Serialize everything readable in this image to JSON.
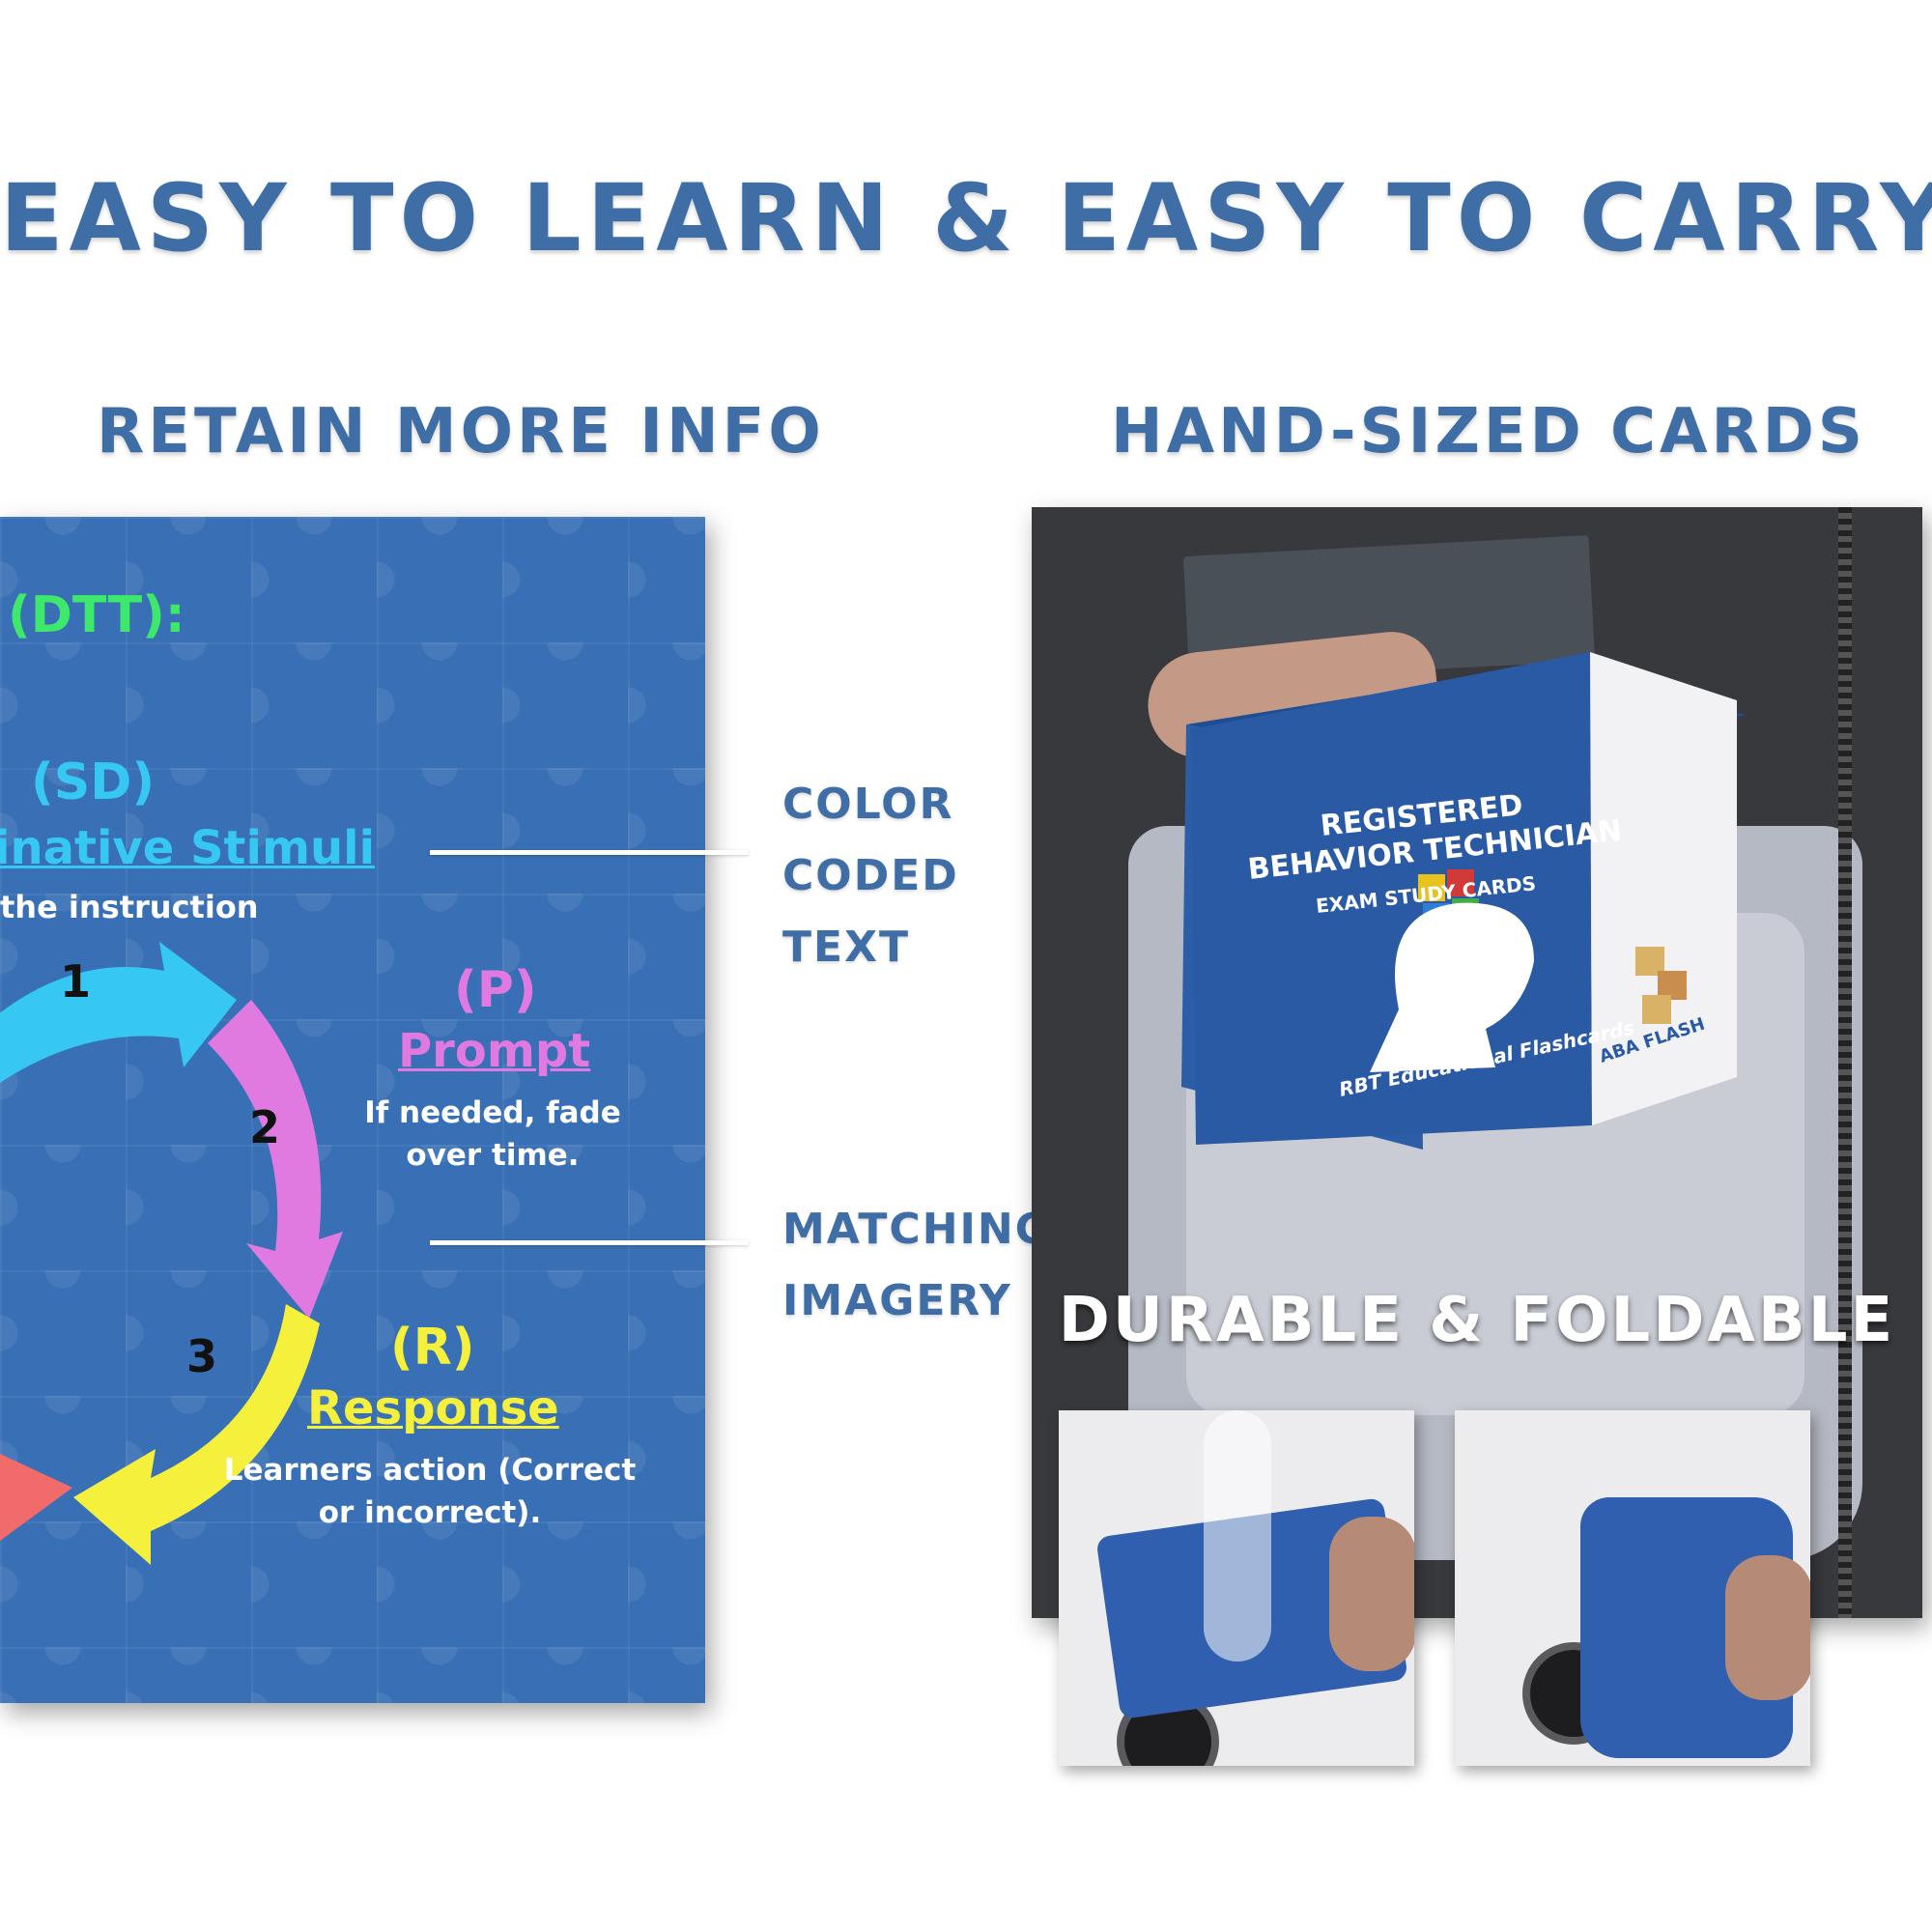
{
  "headings": {
    "main_title": "EASY TO LEARN & EASY TO CARRY",
    "left_heading": "RETAIN MORE INFO",
    "right_heading": "HAND-SIZED CARDS"
  },
  "card": {
    "dtt": "(DTT):",
    "sd": {
      "abbr": "(SD)",
      "title": "inative Stimuli",
      "desc": "the instruction"
    },
    "prompt": {
      "abbr": "(P)",
      "title": "Prompt",
      "desc": "If needed, fade over time."
    },
    "response": {
      "abbr": "(R)",
      "title": "Response",
      "desc": "Learners action (Correct or incorrect)."
    },
    "arrow_numbers": [
      "1",
      "2",
      "3"
    ]
  },
  "callouts": {
    "label_1_lines": [
      "COLOR",
      "CODED",
      "TEXT"
    ],
    "label_2_lines": [
      "MATCHING",
      "IMAGERY"
    ]
  },
  "photo": {
    "box_title_line1": "REGISTERED",
    "box_title_line2": "BEHAVIOR TECHNICIAN",
    "box_subtitle": "EXAM STUDY CARDS",
    "box_footer": "RBT Educational Flashcards",
    "box_brand": "ABA FLASH",
    "caption": "DURABLE & FOLDABLE"
  },
  "colors": {
    "heading_blue": "#3f6da6",
    "card_blue": "#3970b5",
    "sd_cyan": "#36c8f2",
    "prompt_pink": "#e07ae0",
    "response_yellow": "#f5f03c",
    "dtt_green": "#3ee86a",
    "consequence_red": "#f26b6b"
  }
}
